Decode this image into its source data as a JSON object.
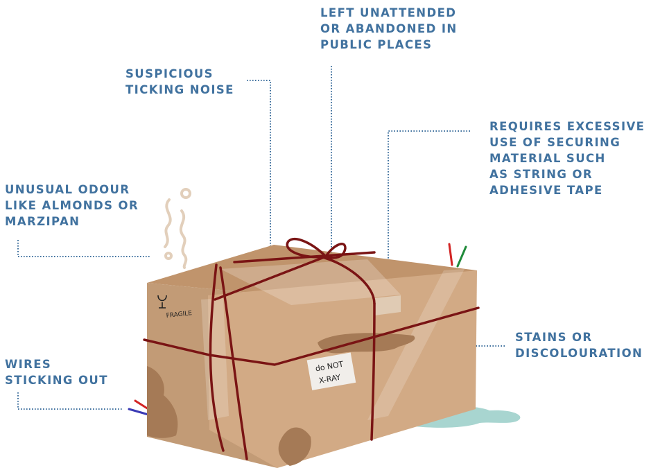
{
  "callouts": {
    "unattended": [
      "LEFT UNATTENDED",
      "OR ABANDONED IN",
      "PUBLIC PLACES"
    ],
    "ticking": [
      "SUSPICIOUS",
      "TICKING NOISE"
    ],
    "securing": [
      "REQUIRES EXCESSIVE",
      "USE OF SECURING",
      "MATERIAL SUCH",
      "AS STRING OR",
      "ADHESIVE TAPE"
    ],
    "odour": [
      "UNUSUAL ODOUR",
      "LIKE ALMONDS OR",
      "MARZIPAN"
    ],
    "stains": [
      "STAINS OR",
      "DISCOLOURATION"
    ],
    "wires": [
      "WIRES",
      "STICKING OUT"
    ]
  },
  "package": {
    "fragile_label": "FRAGILE",
    "xray_label": [
      "do NOT",
      "X-RAY"
    ]
  },
  "colors": {
    "callout_text": "#41729f",
    "box_front": "#d2aa85",
    "box_top": "#c0946c",
    "box_side": "#c29b76",
    "string": "#7a1414",
    "stain": "#a57a56",
    "puddle": "#a8d5d0",
    "odour_wisp": "#e2cfbb",
    "wire_red": "#d22424",
    "wire_green": "#1f8a3a",
    "wire_blue": "#3a3ab5"
  }
}
